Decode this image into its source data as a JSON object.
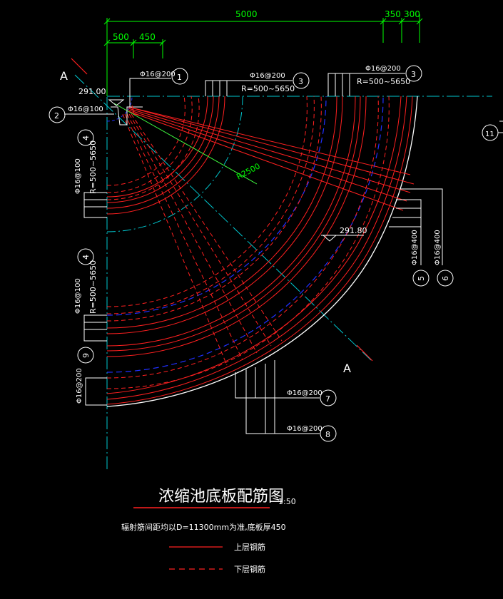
{
  "title": "浓缩池底板配筋图",
  "scale": "1:50",
  "note": "辐射筋间距均以D=11300mm为准,底板厚450",
  "legend": {
    "top": "上层钢筋",
    "bottom": "下层钢筋"
  },
  "section_mark": "A",
  "dimensions": {
    "total": "5000",
    "d350": "350",
    "d300": "300",
    "d500": "500",
    "d450": "450"
  },
  "elevations": {
    "e1": "291.00",
    "e2": "291.80"
  },
  "radius_label": "R2500",
  "rebar": {
    "phi16_200": "Φ16@200",
    "phi16_100": "Φ16@100",
    "phi16_400": "Φ16@400",
    "r_range": "R=500~5650"
  },
  "callouts": [
    "1",
    "2",
    "3",
    "3",
    "4",
    "4",
    "5",
    "6",
    "7",
    "8",
    "9",
    "11"
  ],
  "colors": {
    "bg": "#000000",
    "upper_rebar": "#ff2020",
    "blue_circle": "#2030ff",
    "axis": "#00c8d0",
    "dim": "#00ff00",
    "r_line": "#40ff40"
  }
}
